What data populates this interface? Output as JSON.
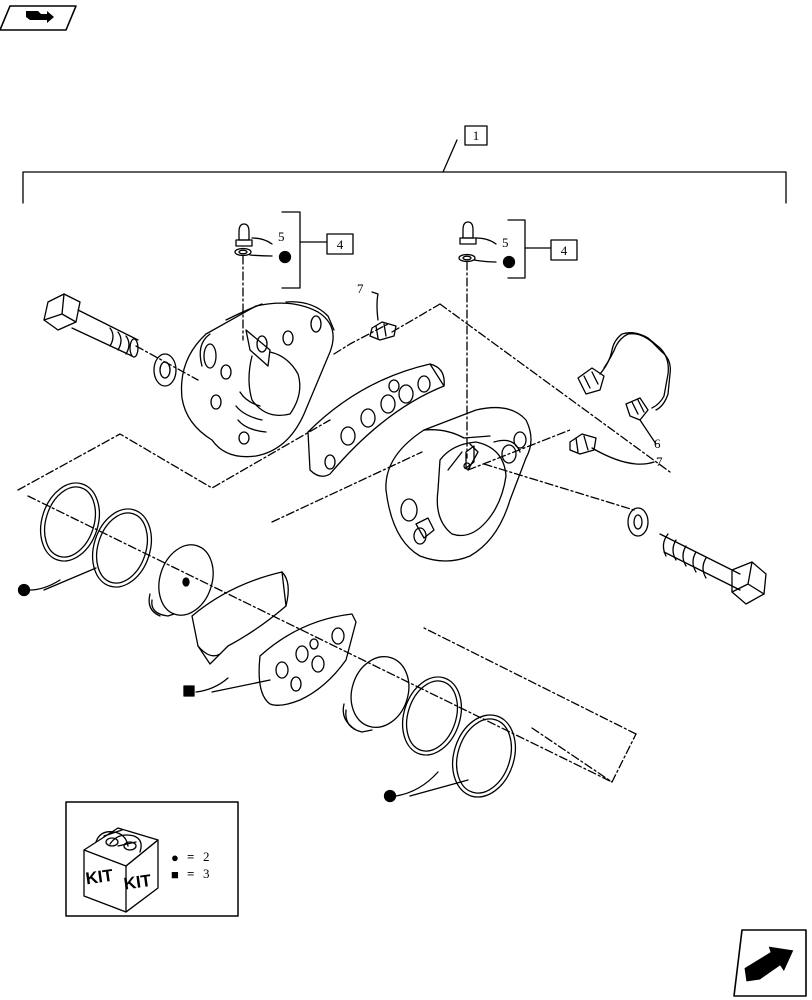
{
  "header": {
    "nav_icon": "back-arrow-icon"
  },
  "footer": {
    "nav_icon": "next-page-arrow-icon"
  },
  "callouts": {
    "top_box": "1",
    "box_left": "4",
    "box_right": "4",
    "num5_left": "5",
    "num5_right": "5",
    "num7_top": "7",
    "num6": "6",
    "num7_right": "7"
  },
  "legend": {
    "kit_word_1": "KIT",
    "kit_word_2": "KIT",
    "circle_symbol": "●",
    "square_symbol": "■",
    "equals": "=",
    "circle_value": "2",
    "square_value": "3"
  },
  "colors": {
    "line": "#000000",
    "background": "#ffffff"
  }
}
